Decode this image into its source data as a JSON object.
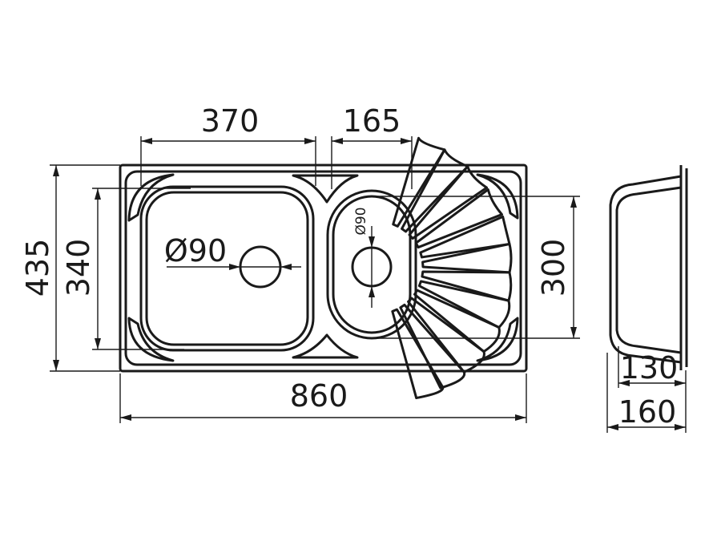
{
  "dimensions": {
    "main_bowl_width": "370",
    "small_bowl_width": "165",
    "overall_depth": "435",
    "main_bowl_depth": "340",
    "small_bowl_depth": "300",
    "overall_width": "860",
    "main_drain_diameter": "Ø90",
    "small_drain_diameter": "Ø90",
    "bowl_depth": "130",
    "overall_height": "160"
  }
}
